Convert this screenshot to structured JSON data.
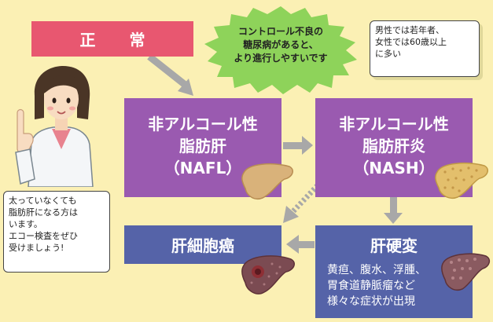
{
  "normal": {
    "label": "正 常"
  },
  "nafl": {
    "line1": "非アルコール性",
    "line2": "脂肪肝",
    "abbr": "（NAFL）"
  },
  "nash": {
    "line1": "非アルコール性",
    "line2": "脂肪肝炎",
    "abbr": "（NASH）"
  },
  "hcc": {
    "label": "肝細胞癌"
  },
  "cirrhosis": {
    "title": "肝硬変",
    "symptoms_line1": "黄疸、腹水、浮腫、",
    "symptoms_line2": "胃食道静脈瘤など",
    "symptoms_line3": "様々な症状が出現"
  },
  "diabetes_note": {
    "line1": "コントロール不良の",
    "line2": "糖尿病があると、",
    "line3": "より進行しやすいです"
  },
  "age_note": {
    "line1": "男性では若年者、",
    "line2": "女性では60歳以上",
    "line3": "に多い"
  },
  "doctor_note": {
    "line1": "太っていなくても",
    "line2": "脂肪肝になる方は",
    "line3": "います。",
    "line4": "エコー検査をぜひ",
    "line5": "受けましょう!"
  },
  "colors": {
    "background": "#fbf0b4",
    "normal": "#e85770",
    "fatty": "#9a5ab0",
    "advanced": "#5563a8",
    "burst": "#8ed35a",
    "arrow": "#a8a8a8"
  }
}
